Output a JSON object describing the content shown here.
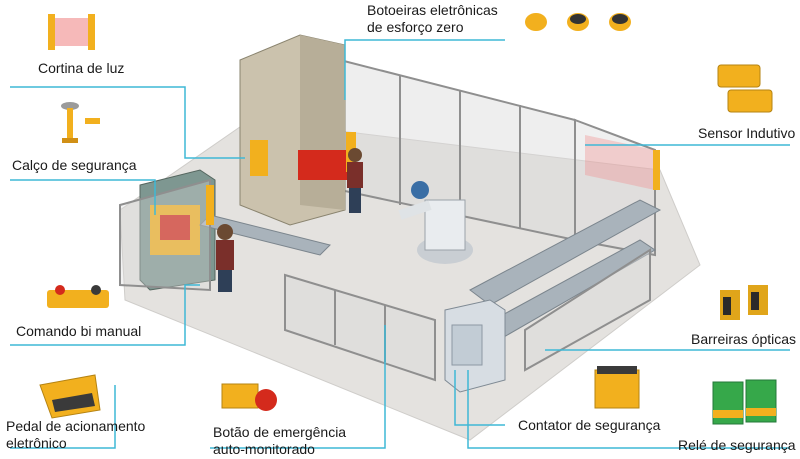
{
  "labels": {
    "cortina_de_luz": "Cortina de luz",
    "calco_de_seguranca": "Calço de segurança",
    "comando_bi_manual": "Comando bi manual",
    "pedal_line1": "Pedal de acionamento",
    "pedal_line2": "eletrônico",
    "botao_line1": "Botão de emergência",
    "botao_line2": "auto-monitorado",
    "botoeiras_line1": "Botoeiras eletrônicas",
    "botoeiras_line2": "de esforço zero",
    "sensor_indutivo": "Sensor Indutivo",
    "barreiras_opticas": "Barreiras ópticas",
    "contator_de_seguranca": "Contator de segurança",
    "rele_de_seguranca": "Relé de segurança"
  },
  "colors": {
    "connector": "#3fb8d6",
    "fence_frame": "#8f8f8f",
    "fence_mesh": "#bdbdbd",
    "floor": "#e4e2df",
    "safety_yellow": "#f2b01e",
    "stop_red": "#d42a1c",
    "light_beam": "#f08a8a"
  },
  "icons": [
    "light-curtain-icon",
    "safety-prop-icon",
    "two-hand-control-icon",
    "foot-pedal-icon",
    "emergency-stop-icon",
    "zero-force-buttons-icon",
    "inductive-sensor-icon",
    "optical-barrier-icon",
    "safety-contactor-icon",
    "safety-relay-icon"
  ]
}
